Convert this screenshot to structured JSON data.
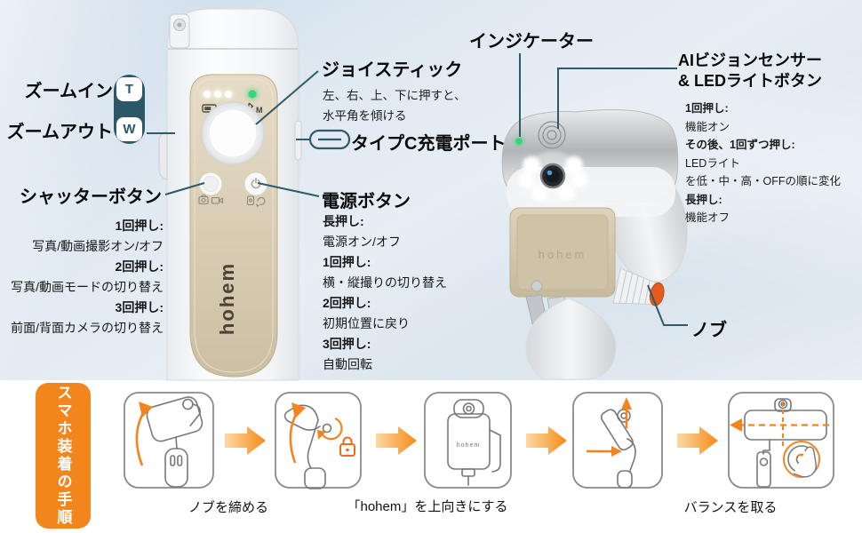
{
  "colors": {
    "accent_teal": "#2d5b6a",
    "orange": "#f2861c",
    "green_led": "#35d57a",
    "knob_orange": "#e55a1d",
    "panel_tan": "#d6cab2"
  },
  "brand": {
    "logo": "hohem"
  },
  "device": {
    "mode_label": "M"
  },
  "icons": {
    "battery": "battery-icon",
    "bluetooth": "bluetooth-icon",
    "power": "power-icon",
    "camera": "camera-icon",
    "video": "video-icon",
    "usb_c_port": "usb-c-port-icon",
    "lock": "lock-icon"
  },
  "zoom_rocker": {
    "zoom_in": "ズームイン",
    "zoom_out": "ズームアウト",
    "tele": "T",
    "wide": "W"
  },
  "callouts": {
    "joystick": {
      "title": "ジョイスティック",
      "line1": "左、右、上、下に押すと、",
      "line2": "水平角を傾ける"
    },
    "usb": {
      "title": "タイプC充電ポート"
    },
    "power": {
      "title": "電源ボタン",
      "items": [
        {
          "key": "長押し:",
          "value": "電源オン/オフ"
        },
        {
          "key": "1回押し:",
          "value": "横・縦撮りの切り替え"
        },
        {
          "key": "2回押し:",
          "value": "初期位置に戻り"
        },
        {
          "key": "3回押し:",
          "value": "自動回転"
        }
      ]
    },
    "shutter": {
      "title": "シャッターボタン",
      "items": [
        {
          "key": "1回押し:",
          "value": "写真/動画撮影オン/オフ"
        },
        {
          "key": "2回押し:",
          "value": "写真/動画モードの切り替え"
        },
        {
          "key": "3回押し:",
          "value": "前面/背面カメラの切り替え"
        }
      ]
    },
    "indicator": {
      "title": "インジケーター"
    },
    "ai": {
      "title1": "AIビジョンセンサー",
      "title2": "& LEDライトボタン",
      "k1": "1回押し:",
      "v1": "機能オン",
      "k2": "その後、1回ずつ押し:",
      "v2a": "LEDライト",
      "v2b": "を低・中・高・OFFの順に変化",
      "k3": "長押し:",
      "v3": "機能オフ"
    },
    "knob": {
      "title": "ノブ"
    }
  },
  "steps": {
    "banner": "スマホ装着の手順",
    "captions": [
      "ノブを締める",
      "「hohem」を上向きにする",
      "バランスを取る"
    ]
  }
}
